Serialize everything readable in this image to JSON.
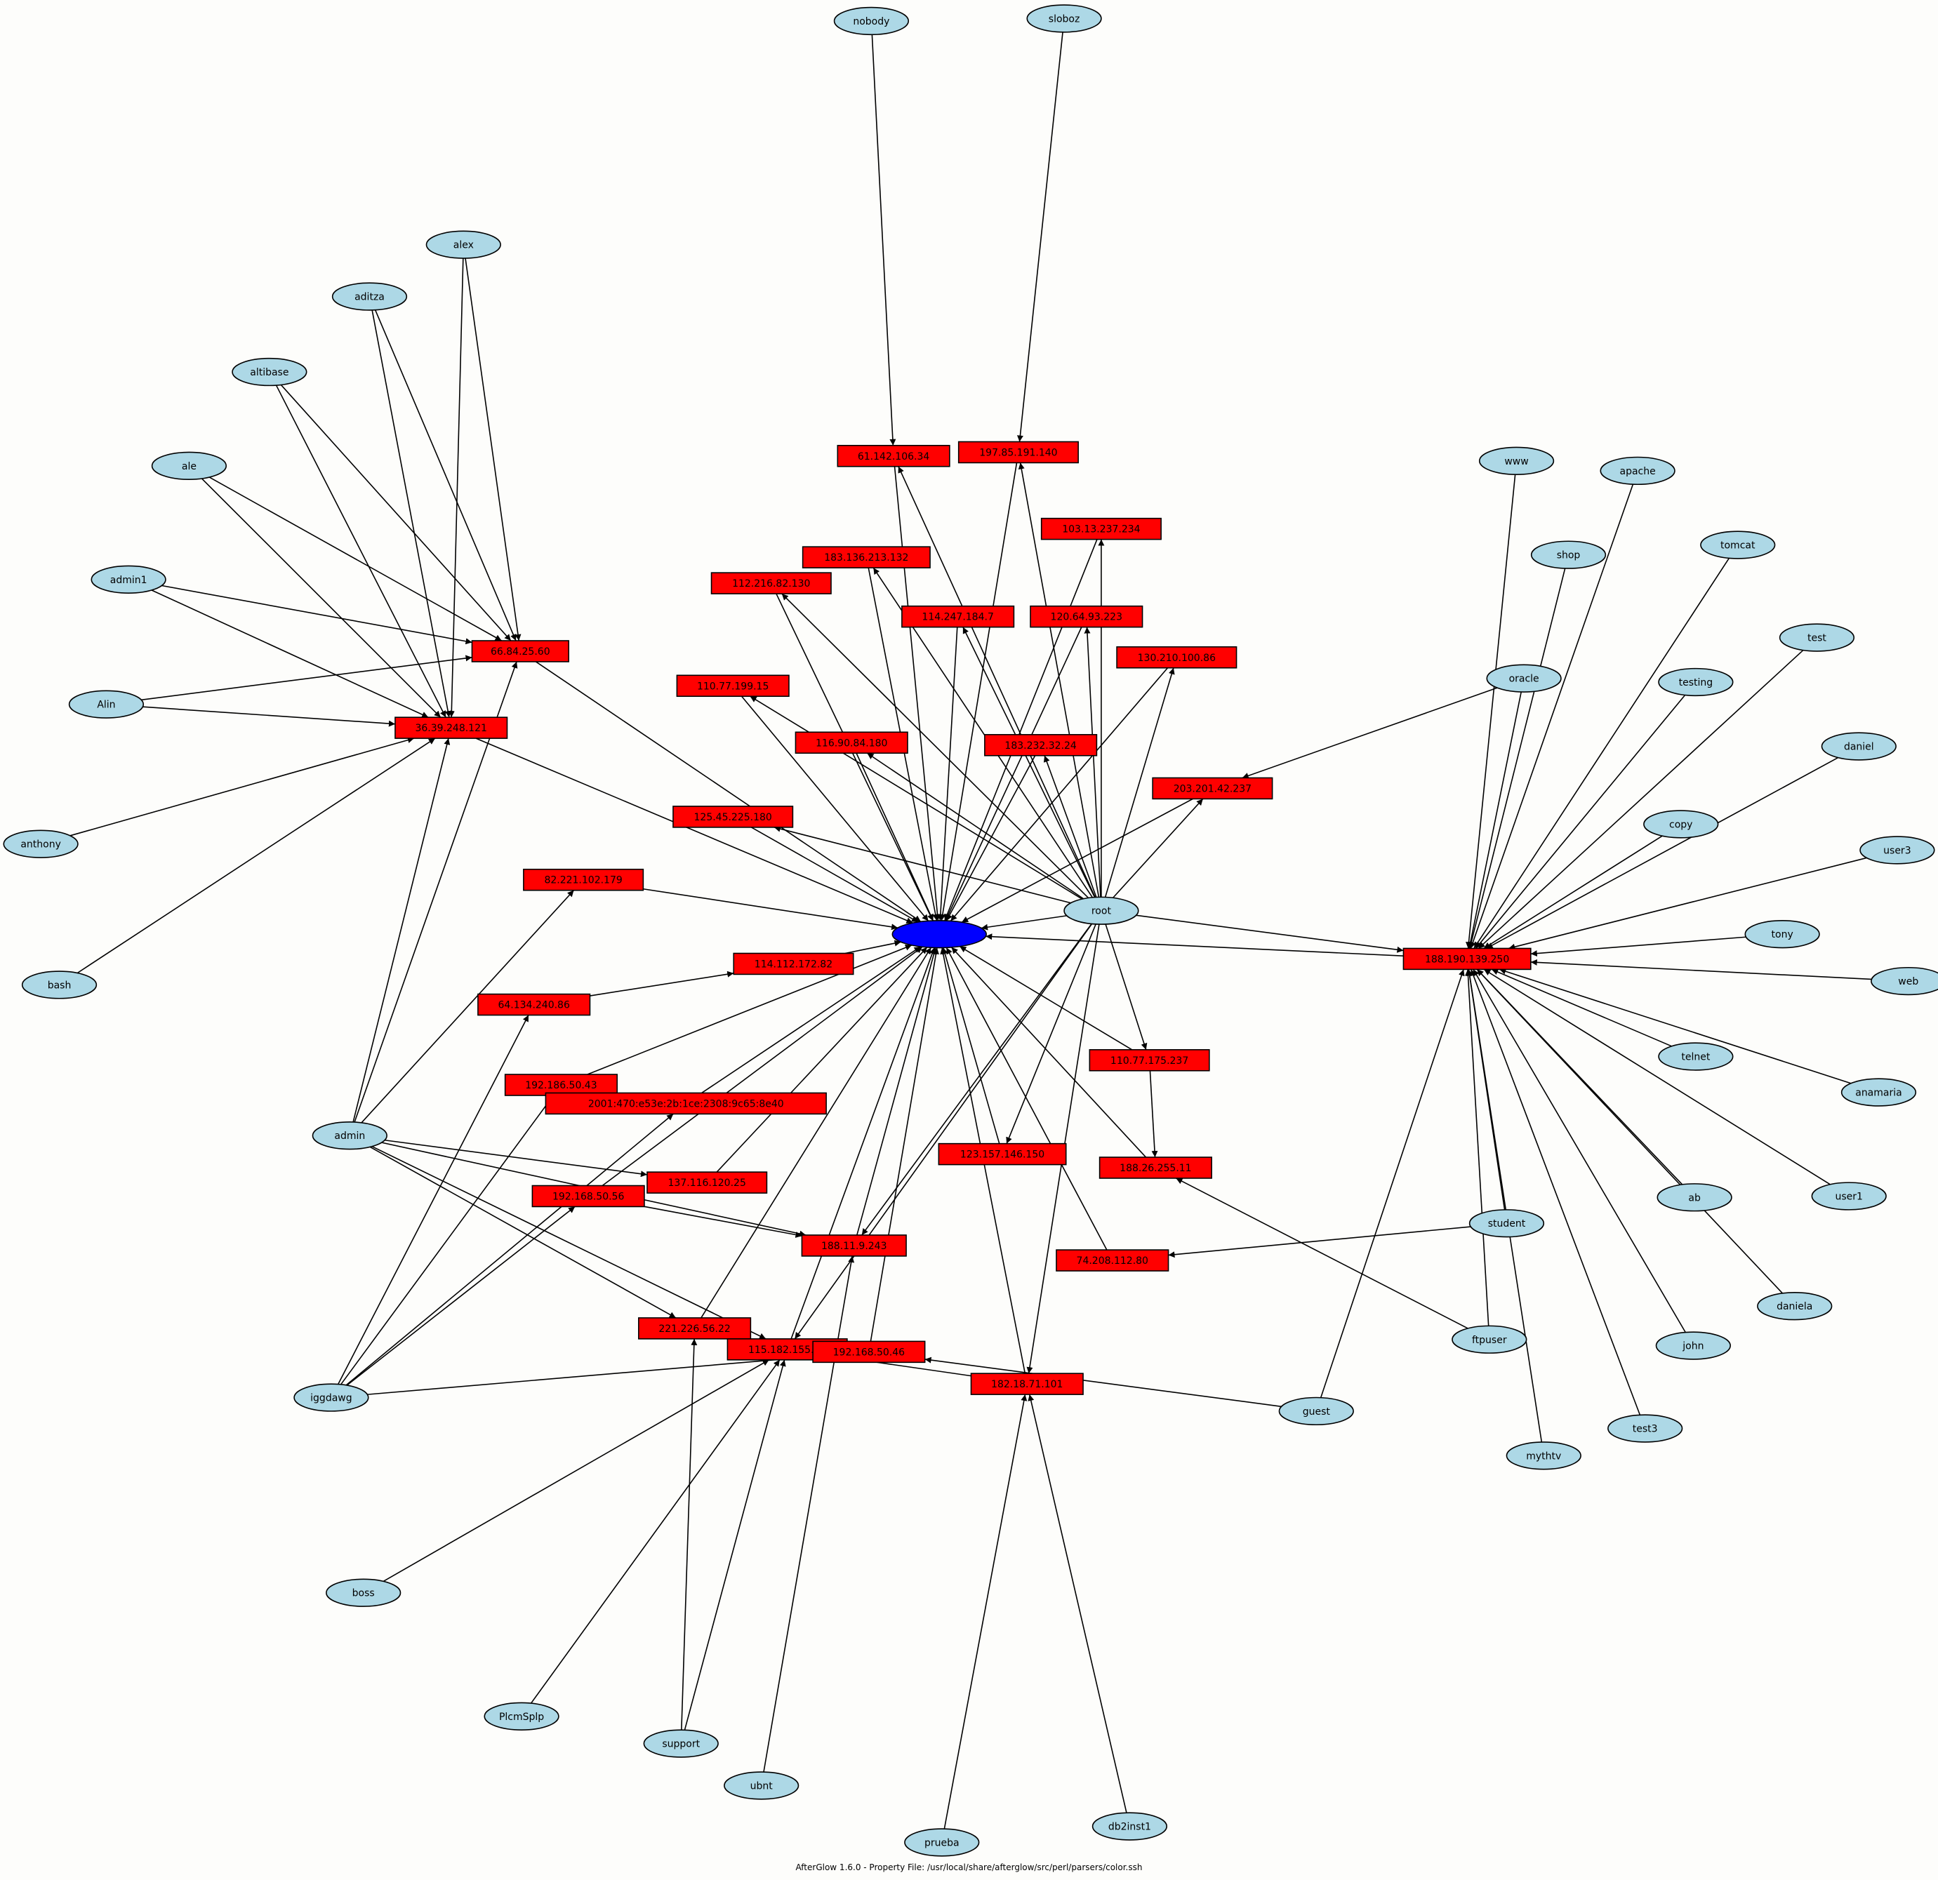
{
  "footer": "AfterGlow 1.6.0 - Property File: /usr/local/share/afterglow/src/perl/parsers/color.ssh",
  "colors": {
    "user_fill": "#add8e6",
    "ip_fill": "#ff0000",
    "center_fill": "#0000ff",
    "stroke": "#000000"
  },
  "center": "",
  "users": [
    "nobody",
    "sloboz",
    "alex",
    "aditza",
    "altibase",
    "ale",
    "admin1",
    "Alin",
    "anthony",
    "bash",
    "admin",
    "iggdawg",
    "boss",
    "PlcmSplp",
    "support",
    "ubnt",
    "prueba",
    "db2inst1",
    "root",
    "www",
    "apache",
    "shop",
    "tomcat",
    "test",
    "testing",
    "oracle",
    "daniel",
    "copy",
    "user3",
    "tony",
    "web",
    "telnet",
    "anamaria",
    "ab",
    "user1",
    "daniela",
    "student",
    "ftpuser",
    "guest",
    "john",
    "test3",
    "mythtv"
  ],
  "ips": [
    "61.142.106.34",
    "197.85.191.140",
    "103.13.237.234",
    "183.136.213.132",
    "112.216.82.130",
    "114.247.184.7",
    "120.64.93.223",
    "66.84.25.60",
    "130.210.100.86",
    "110.77.199.15",
    "36.39.248.121",
    "116.90.84.180",
    "183.232.32.24",
    "203.201.42.237",
    "125.45.225.180",
    "82.221.102.179",
    "114.112.172.82",
    "188.190.139.250",
    "64.134.240.86",
    "110.77.175.237",
    "192.186.50.43",
    "2001:470:e53e:2b:1ce:2308:9c65:8e40",
    "123.157.146.150",
    "188.26.255.11",
    "137.116.120.25",
    "192.168.50.56",
    "188.11.9.243",
    "74.208.112.80",
    "221.226.56.22",
    "115.182.155.31",
    "192.168.50.46",
    "182.18.71.101"
  ],
  "edges": [
    [
      "nobody",
      "61.142.106.34"
    ],
    [
      "sloboz",
      "197.85.191.140"
    ],
    [
      "alex",
      "66.84.25.60"
    ],
    [
      "alex",
      "36.39.248.121"
    ],
    [
      "aditza",
      "66.84.25.60"
    ],
    [
      "aditza",
      "36.39.248.121"
    ],
    [
      "altibase",
      "66.84.25.60"
    ],
    [
      "altibase",
      "36.39.248.121"
    ],
    [
      "ale",
      "66.84.25.60"
    ],
    [
      "ale",
      "36.39.248.121"
    ],
    [
      "admin1",
      "66.84.25.60"
    ],
    [
      "admin1",
      "36.39.248.121"
    ],
    [
      "Alin",
      "66.84.25.60"
    ],
    [
      "Alin",
      "36.39.248.121"
    ],
    [
      "anthony",
      "36.39.248.121"
    ],
    [
      "bash",
      "36.39.248.121"
    ],
    [
      "admin",
      "36.39.248.121"
    ],
    [
      "admin",
      "66.84.25.60"
    ],
    [
      "admin",
      "82.221.102.179"
    ],
    [
      "admin",
      "137.116.120.25"
    ],
    [
      "admin",
      "221.226.56.22"
    ],
    [
      "admin",
      "115.182.155.31"
    ],
    [
      "admin",
      "188.11.9.243"
    ],
    [
      "iggdawg",
      "64.134.240.86"
    ],
    [
      "iggdawg",
      "192.186.50.43"
    ],
    [
      "iggdawg",
      "192.168.50.56"
    ],
    [
      "iggdawg",
      "2001:470:e53e:2b:1ce:2308:9c65:8e40"
    ],
    [
      "iggdawg",
      "192.168.50.46"
    ],
    [
      "boss",
      "115.182.155.31"
    ],
    [
      "PlcmSplp",
      "115.182.155.31"
    ],
    [
      "support",
      "221.226.56.22"
    ],
    [
      "support",
      "115.182.155.31"
    ],
    [
      "ubnt",
      "188.11.9.243"
    ],
    [
      "prueba",
      "182.18.71.101"
    ],
    [
      "db2inst1",
      "182.18.71.101"
    ],
    [
      "root",
      "61.142.106.34"
    ],
    [
      "root",
      "197.85.191.140"
    ],
    [
      "root",
      "103.13.237.234"
    ],
    [
      "root",
      "183.136.213.132"
    ],
    [
      "root",
      "112.216.82.130"
    ],
    [
      "root",
      "114.247.184.7"
    ],
    [
      "root",
      "120.64.93.223"
    ],
    [
      "root",
      "130.210.100.86"
    ],
    [
      "root",
      "110.77.199.15"
    ],
    [
      "root",
      "116.90.84.180"
    ],
    [
      "root",
      "183.232.32.24"
    ],
    [
      "root",
      "203.201.42.237"
    ],
    [
      "root",
      "125.45.225.180"
    ],
    [
      "root",
      "188.190.139.250"
    ],
    [
      "root",
      "110.77.175.237"
    ],
    [
      "root",
      "123.157.146.150"
    ],
    [
      "root",
      "188.11.9.243"
    ],
    [
      "root",
      "115.182.155.31"
    ],
    [
      "root",
      "182.18.71.101"
    ],
    [
      "root",
      "CENTER"
    ],
    [
      "oracle",
      "203.201.42.237"
    ],
    [
      "oracle",
      "188.190.139.250"
    ],
    [
      "student",
      "74.208.112.80"
    ],
    [
      "student",
      "188.190.139.250"
    ],
    [
      "ftpuser",
      "188.26.255.11"
    ],
    [
      "ftpuser",
      "188.190.139.250"
    ],
    [
      "guest",
      "192.168.50.46"
    ],
    [
      "guest",
      "188.190.139.250"
    ],
    [
      "www",
      "188.190.139.250"
    ],
    [
      "apache",
      "188.190.139.250"
    ],
    [
      "shop",
      "188.190.139.250"
    ],
    [
      "tomcat",
      "188.190.139.250"
    ],
    [
      "test",
      "188.190.139.250"
    ],
    [
      "testing",
      "188.190.139.250"
    ],
    [
      "daniel",
      "188.190.139.250"
    ],
    [
      "copy",
      "188.190.139.250"
    ],
    [
      "user3",
      "188.190.139.250"
    ],
    [
      "tony",
      "188.190.139.250"
    ],
    [
      "web",
      "188.190.139.250"
    ],
    [
      "telnet",
      "188.190.139.250"
    ],
    [
      "anamaria",
      "188.190.139.250"
    ],
    [
      "ab",
      "188.190.139.250"
    ],
    [
      "user1",
      "188.190.139.250"
    ],
    [
      "daniela",
      "188.190.139.250"
    ],
    [
      "john",
      "188.190.139.250"
    ],
    [
      "test3",
      "188.190.139.250"
    ],
    [
      "mythtv",
      "188.190.139.250"
    ],
    [
      "61.142.106.34",
      "CENTER"
    ],
    [
      "197.85.191.140",
      "CENTER"
    ],
    [
      "103.13.237.234",
      "CENTER"
    ],
    [
      "183.136.213.132",
      "CENTER"
    ],
    [
      "112.216.82.130",
      "CENTER"
    ],
    [
      "114.247.184.7",
      "CENTER"
    ],
    [
      "120.64.93.223",
      "CENTER"
    ],
    [
      "66.84.25.60",
      "CENTER"
    ],
    [
      "130.210.100.86",
      "CENTER"
    ],
    [
      "110.77.199.15",
      "CENTER"
    ],
    [
      "36.39.248.121",
      "CENTER"
    ],
    [
      "116.90.84.180",
      "CENTER"
    ],
    [
      "183.232.32.24",
      "CENTER"
    ],
    [
      "203.201.42.237",
      "CENTER"
    ],
    [
      "125.45.225.180",
      "CENTER"
    ],
    [
      "82.221.102.179",
      "CENTER"
    ],
    [
      "114.112.172.82",
      "CENTER"
    ],
    [
      "188.190.139.250",
      "CENTER"
    ],
    [
      "64.134.240.86",
      "114.112.172.82"
    ],
    [
      "110.77.175.237",
      "CENTER"
    ],
    [
      "110.77.175.237",
      "188.26.255.11"
    ],
    [
      "192.186.50.43",
      "CENTER"
    ],
    [
      "2001:470:e53e:2b:1ce:2308:9c65:8e40",
      "CENTER"
    ],
    [
      "123.157.146.150",
      "CENTER"
    ],
    [
      "188.26.255.11",
      "CENTER"
    ],
    [
      "137.116.120.25",
      "CENTER"
    ],
    [
      "192.168.50.56",
      "CENTER"
    ],
    [
      "192.168.50.56",
      "188.11.9.243"
    ],
    [
      "188.11.9.243",
      "CENTER"
    ],
    [
      "74.208.112.80",
      "CENTER"
    ],
    [
      "221.226.56.22",
      "CENTER"
    ],
    [
      "115.182.155.31",
      "CENTER"
    ],
    [
      "192.168.50.46",
      "CENTER"
    ],
    [
      "182.18.71.101",
      "CENTER"
    ],
    [
      "182.18.71.101",
      "115.182.155.31"
    ]
  ]
}
